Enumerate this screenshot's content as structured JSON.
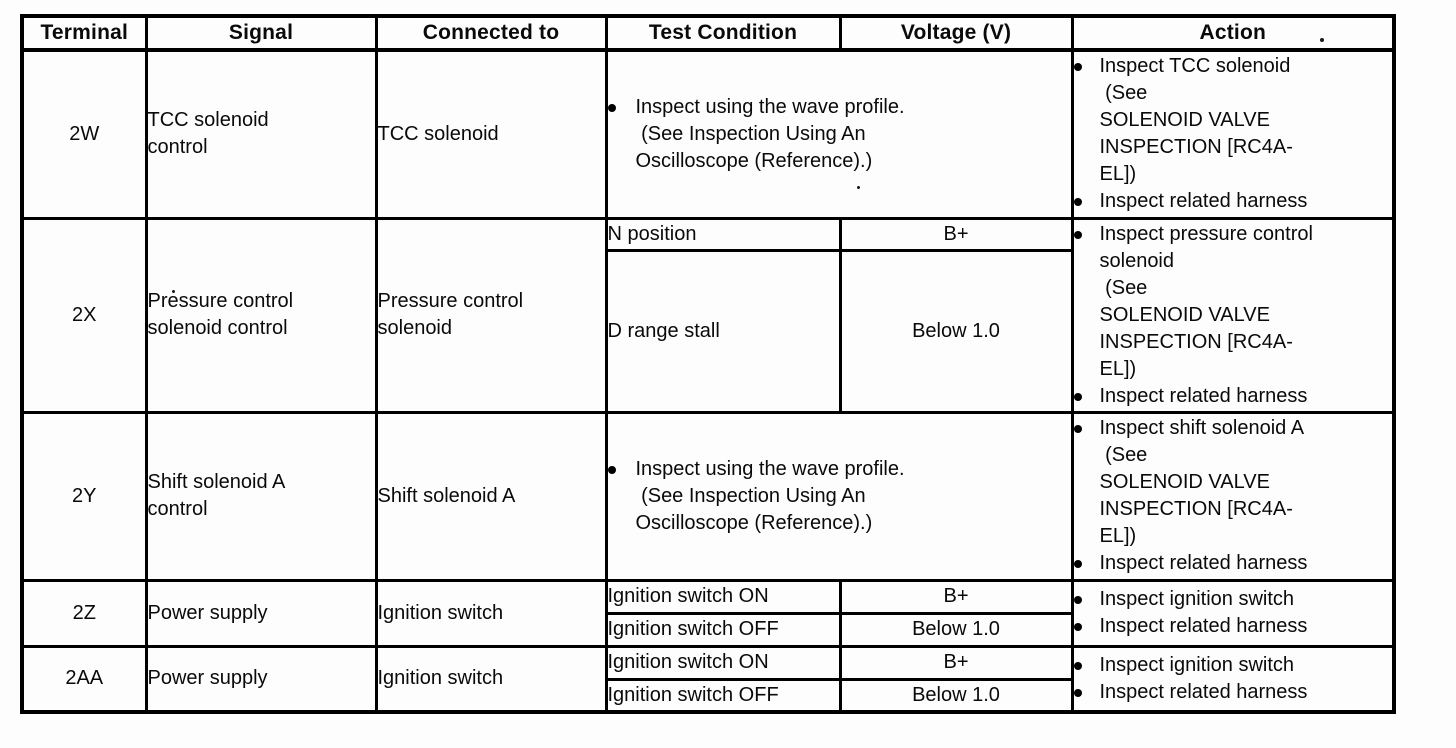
{
  "header": {
    "terminal": "Terminal",
    "signal": "Signal",
    "connected_to": "Connected to",
    "test_condition": "Test Condition",
    "voltage": "Voltage (V)",
    "action": "Action"
  },
  "rows": [
    {
      "terminal": "2W",
      "signal": "TCC solenoid\ncontrol",
      "connected_to": "TCC solenoid",
      "test_wave": "Inspect using the wave profile.\n (See Inspection Using An\nOscilloscope (Reference).)",
      "actions": [
        "Inspect TCC solenoid\n (See\nSOLENOID VALVE\nINSPECTION [RC4A-\nEL])",
        "Inspect related harness"
      ]
    },
    {
      "terminal": "2X",
      "signal": "Pressure control\nsolenoid control",
      "connected_to": "Pressure control\nsolenoid",
      "conditions": [
        {
          "test": "N position",
          "voltage": "B+"
        },
        {
          "test": "D range stall",
          "voltage": "Below 1.0"
        }
      ],
      "actions": [
        "Inspect pressure control\nsolenoid\n (See\nSOLENOID VALVE\nINSPECTION [RC4A-\nEL])",
        "Inspect related harness"
      ]
    },
    {
      "terminal": "2Y",
      "signal": "Shift solenoid A\ncontrol",
      "connected_to": "Shift solenoid A",
      "test_wave": "Inspect using the wave profile.\n (See Inspection Using An\nOscilloscope (Reference).)",
      "actions": [
        "Inspect shift solenoid A\n (See\nSOLENOID VALVE\nINSPECTION [RC4A-\nEL])",
        "Inspect related harness"
      ]
    },
    {
      "terminal": "2Z",
      "signal": "Power supply",
      "connected_to": "Ignition switch",
      "conditions": [
        {
          "test": "Ignition switch ON",
          "voltage": "B+"
        },
        {
          "test": "Ignition switch OFF",
          "voltage": "Below 1.0"
        }
      ],
      "actions": [
        "Inspect ignition switch",
        "Inspect related harness"
      ]
    },
    {
      "terminal": "2AA",
      "signal": "Power supply",
      "connected_to": "Ignition switch",
      "conditions": [
        {
          "test": "Ignition switch ON",
          "voltage": "B+"
        },
        {
          "test": "Ignition switch OFF",
          "voltage": "Below 1.0"
        }
      ],
      "actions": [
        "Inspect ignition switch",
        "Inspect related harness"
      ]
    }
  ]
}
